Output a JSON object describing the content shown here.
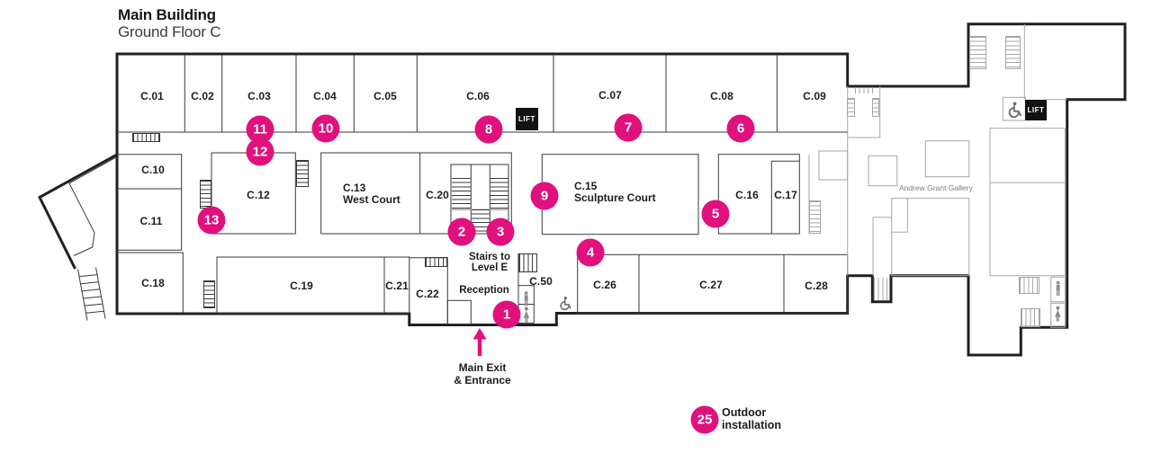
{
  "title": {
    "name": "Main Building",
    "floor": "Ground Floor C"
  },
  "rooms": {
    "c01": "C.01",
    "c02": "C.02",
    "c03": "C.03",
    "c04": "C.04",
    "c05": "C.05",
    "c06": "C.06",
    "c07": "C.07",
    "c08": "C.08",
    "c09": "C.09",
    "c10": "C.10",
    "c11": "C.11",
    "c12": "C.12",
    "c13a": "C.13",
    "c13b": "West Court",
    "c15a": "C.15",
    "c15b": "Sculpture Court",
    "c16": "C.16",
    "c17": "C.17",
    "c18": "C.18",
    "c19": "C.19",
    "c20": "C.20",
    "c21": "C.21",
    "c22": "C.22",
    "c26": "C.26",
    "c27": "C.27",
    "c28": "C.28",
    "c50": "C.50"
  },
  "markers": [
    "1",
    "2",
    "3",
    "4",
    "5",
    "6",
    "7",
    "8",
    "9",
    "10",
    "11",
    "12",
    "13",
    "25"
  ],
  "labels": {
    "stairs1": "Stairs to",
    "stairs2": "Level E",
    "reception": "Reception",
    "exit1": "Main Exit",
    "exit2": "& Entrance",
    "gallery": "Andrew Grant Gallery",
    "outdoor1": "Outdoor",
    "outdoor2": "installation",
    "lift": "LIFT"
  },
  "icons": {
    "lift": "lift-badge",
    "wheelchair": "wheelchair-accessible-icon",
    "male": "male-toilet-icon",
    "female": "female-toilet-icon",
    "entrance_arrow": "up-arrow-icon"
  },
  "colors": {
    "accent_pink": "#E0117D",
    "wall_black": "#231f20",
    "interior_line": "#3a3a3a",
    "light_line": "#a6a6a6",
    "icon_gray": "#8c8c8c"
  }
}
